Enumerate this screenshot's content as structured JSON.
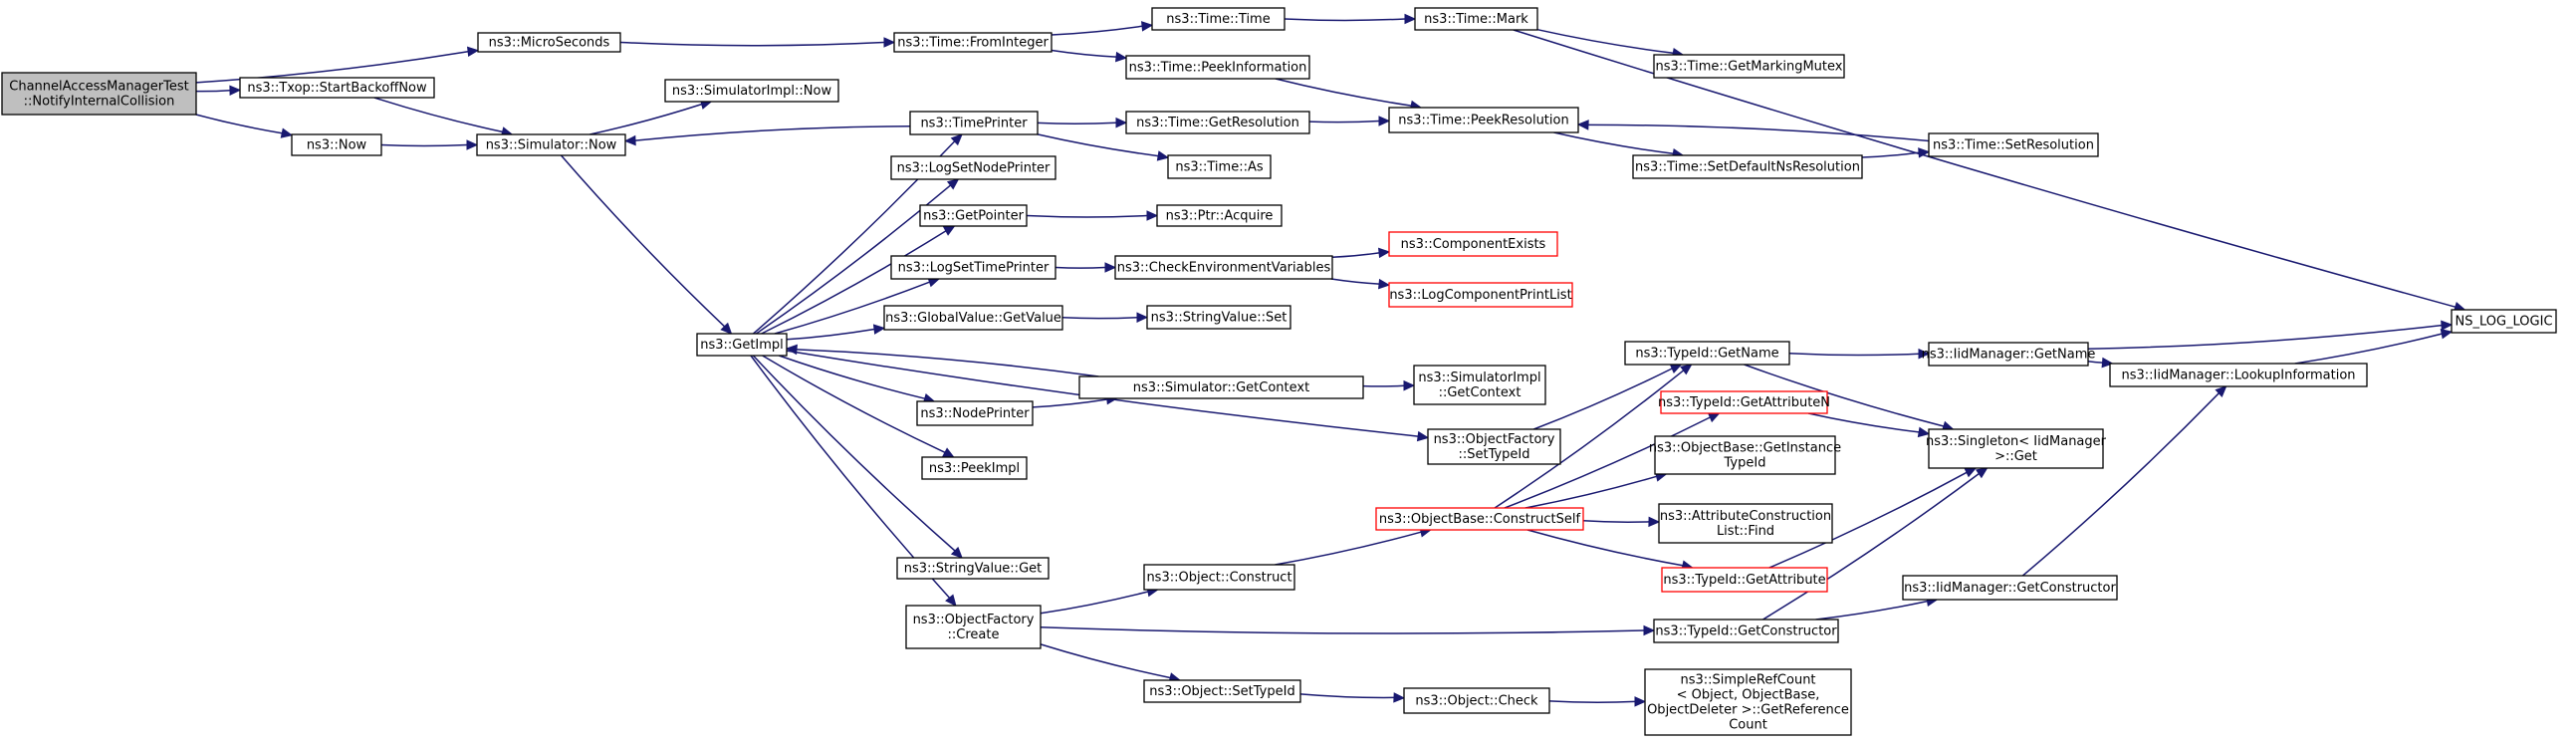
{
  "graph": {
    "edge_color": "#191970",
    "root_fill": "#bfbfbf",
    "highlight_border": "#ff0000",
    "nodes": [
      {
        "id": "root",
        "lines": [
          "ChannelAccessManagerTest",
          "::NotifyInternalCollision"
        ],
        "style": "root"
      },
      {
        "id": "micro",
        "lines": [
          "ns3::MicroSeconds"
        ]
      },
      {
        "id": "txop",
        "lines": [
          "ns3::Txop::StartBackoffNow"
        ]
      },
      {
        "id": "now",
        "lines": [
          "ns3::Now"
        ]
      },
      {
        "id": "simnow",
        "lines": [
          "ns3::Simulator::Now"
        ]
      },
      {
        "id": "simimplnow",
        "lines": [
          "ns3::SimulatorImpl::Now"
        ]
      },
      {
        "id": "fromint",
        "lines": [
          "ns3::Time::FromInteger"
        ]
      },
      {
        "id": "timetime",
        "lines": [
          "ns3::Time::Time"
        ]
      },
      {
        "id": "mark",
        "lines": [
          "ns3::Time::Mark"
        ]
      },
      {
        "id": "markmutex",
        "lines": [
          "ns3::Time::GetMarkingMutex"
        ]
      },
      {
        "id": "peekinfo",
        "lines": [
          "ns3::Time::PeekInformation"
        ]
      },
      {
        "id": "timeprinter",
        "lines": [
          "ns3::TimePrinter"
        ]
      },
      {
        "id": "getres",
        "lines": [
          "ns3::Time::GetResolution"
        ]
      },
      {
        "id": "peekres",
        "lines": [
          "ns3::Time::PeekResolution"
        ]
      },
      {
        "id": "timeas",
        "lines": [
          "ns3::Time::As"
        ]
      },
      {
        "id": "setdefns",
        "lines": [
          "ns3::Time::SetDefaultNsResolution"
        ]
      },
      {
        "id": "setres",
        "lines": [
          "ns3::Time::SetResolution"
        ]
      },
      {
        "id": "lognode",
        "lines": [
          "ns3::LogSetNodePrinter"
        ]
      },
      {
        "id": "getptr",
        "lines": [
          "ns3::GetPointer"
        ]
      },
      {
        "id": "acquire",
        "lines": [
          "ns3::Ptr::Acquire"
        ]
      },
      {
        "id": "logtime",
        "lines": [
          "ns3::LogSetTimePrinter"
        ]
      },
      {
        "id": "checkenv",
        "lines": [
          "ns3::CheckEnvironmentVariables"
        ]
      },
      {
        "id": "compexists",
        "lines": [
          "ns3::ComponentExists"
        ],
        "style": "red"
      },
      {
        "id": "logcomp",
        "lines": [
          "ns3::LogComponentPrintList"
        ],
        "style": "red"
      },
      {
        "id": "gvget",
        "lines": [
          "ns3::GlobalValue::GetValue"
        ]
      },
      {
        "id": "svset",
        "lines": [
          "ns3::StringValue::Set"
        ]
      },
      {
        "id": "getimpl",
        "lines": [
          "ns3::GetImpl"
        ]
      },
      {
        "id": "simctx",
        "lines": [
          "ns3::Simulator::GetContext"
        ]
      },
      {
        "id": "implctx",
        "lines": [
          "ns3::SimulatorImpl",
          "::GetContext"
        ]
      },
      {
        "id": "nodeprinter",
        "lines": [
          "ns3::NodePrinter"
        ]
      },
      {
        "id": "peekimpl",
        "lines": [
          "ns3::PeekImpl"
        ]
      },
      {
        "id": "ofsettype",
        "lines": [
          "ns3::ObjectFactory",
          "::SetTypeId"
        ]
      },
      {
        "id": "svget",
        "lines": [
          "ns3::StringValue::Get"
        ]
      },
      {
        "id": "ofcreate",
        "lines": [
          "ns3::ObjectFactory",
          "::Create"
        ]
      },
      {
        "id": "objconstruct",
        "lines": [
          "ns3::Object::Construct"
        ]
      },
      {
        "id": "constructself",
        "lines": [
          "ns3::ObjectBase::ConstructSelf"
        ],
        "style": "red"
      },
      {
        "id": "objsettype",
        "lines": [
          "ns3::Object::SetTypeId"
        ]
      },
      {
        "id": "objcheck",
        "lines": [
          "ns3::Object::Check"
        ]
      },
      {
        "id": "simplerefcount",
        "lines": [
          "ns3::SimpleRefCount",
          "< Object, ObjectBase,",
          "ObjectDeleter >::GetReference",
          "Count"
        ]
      },
      {
        "id": "typename",
        "lines": [
          "ns3::TypeId::GetName"
        ]
      },
      {
        "id": "typeattrn",
        "lines": [
          "ns3::TypeId::GetAttributeN"
        ],
        "style": "red"
      },
      {
        "id": "instancetype",
        "lines": [
          "ns3::ObjectBase::GetInstance",
          "TypeId"
        ]
      },
      {
        "id": "acfind",
        "lines": [
          "ns3::AttributeConstruction",
          "List::Find"
        ]
      },
      {
        "id": "typeattr",
        "lines": [
          "ns3::TypeId::GetAttribute"
        ],
        "style": "red"
      },
      {
        "id": "typector",
        "lines": [
          "ns3::TypeId::GetConstructor"
        ]
      },
      {
        "id": "iidname",
        "lines": [
          "ns3::IidManager::GetName"
        ]
      },
      {
        "id": "singleton",
        "lines": [
          "ns3::Singleton< IidManager",
          ">::Get"
        ]
      },
      {
        "id": "lookup",
        "lines": [
          "ns3::IidManager::LookupInformation"
        ]
      },
      {
        "id": "iidctor",
        "lines": [
          "ns3::IidManager::GetConstructor"
        ]
      },
      {
        "id": "nslog",
        "lines": [
          "NS_LOG_LOGIC"
        ]
      }
    ],
    "edges": [
      [
        "root",
        "micro"
      ],
      [
        "root",
        "txop"
      ],
      [
        "root",
        "now"
      ],
      [
        "txop",
        "simnow"
      ],
      [
        "now",
        "simnow"
      ],
      [
        "micro",
        "fromint"
      ],
      [
        "fromint",
        "timetime"
      ],
      [
        "fromint",
        "peekinfo"
      ],
      [
        "timetime",
        "mark"
      ],
      [
        "mark",
        "markmutex"
      ],
      [
        "mark",
        "nslog"
      ],
      [
        "peekinfo",
        "peekres"
      ],
      [
        "simnow",
        "simimplnow"
      ],
      [
        "simnow",
        "getimpl"
      ],
      [
        "timeprinter",
        "simnow"
      ],
      [
        "timeprinter",
        "getres"
      ],
      [
        "timeprinter",
        "timeas"
      ],
      [
        "getres",
        "peekres"
      ],
      [
        "setdefns",
        "setres"
      ],
      [
        "setres",
        "peekres"
      ],
      [
        "peekres",
        "setdefns"
      ],
      [
        "getimpl",
        "timeprinter"
      ],
      [
        "getimpl",
        "lognode"
      ],
      [
        "getimpl",
        "getptr"
      ],
      [
        "getimpl",
        "logtime"
      ],
      [
        "getimpl",
        "gvget"
      ],
      [
        "getimpl",
        "nodeprinter"
      ],
      [
        "getimpl",
        "peekimpl"
      ],
      [
        "getimpl",
        "ofsettype"
      ],
      [
        "getimpl",
        "svget"
      ],
      [
        "getimpl",
        "ofcreate"
      ],
      [
        "simctx",
        "getimpl"
      ],
      [
        "simctx",
        "implctx"
      ],
      [
        "nodeprinter",
        "simctx"
      ],
      [
        "getptr",
        "acquire"
      ],
      [
        "logtime",
        "checkenv"
      ],
      [
        "checkenv",
        "compexists"
      ],
      [
        "checkenv",
        "logcomp"
      ],
      [
        "gvget",
        "svset"
      ],
      [
        "ofsettype",
        "typename"
      ],
      [
        "ofcreate",
        "objconstruct"
      ],
      [
        "ofcreate",
        "typector"
      ],
      [
        "ofcreate",
        "objsettype"
      ],
      [
        "objconstruct",
        "constructself"
      ],
      [
        "constructself",
        "typename"
      ],
      [
        "constructself",
        "typeattrn"
      ],
      [
        "constructself",
        "instancetype"
      ],
      [
        "constructself",
        "acfind"
      ],
      [
        "constructself",
        "typeattr"
      ],
      [
        "typename",
        "iidname"
      ],
      [
        "typename",
        "singleton"
      ],
      [
        "typeattrn",
        "singleton"
      ],
      [
        "typeattr",
        "singleton"
      ],
      [
        "typector",
        "singleton"
      ],
      [
        "typector",
        "iidctor"
      ],
      [
        "iidname",
        "nslog"
      ],
      [
        "iidname",
        "lookup"
      ],
      [
        "lookup",
        "nslog"
      ],
      [
        "iidctor",
        "lookup"
      ],
      [
        "objsettype",
        "objcheck"
      ],
      [
        "objcheck",
        "simplerefcount"
      ]
    ]
  }
}
